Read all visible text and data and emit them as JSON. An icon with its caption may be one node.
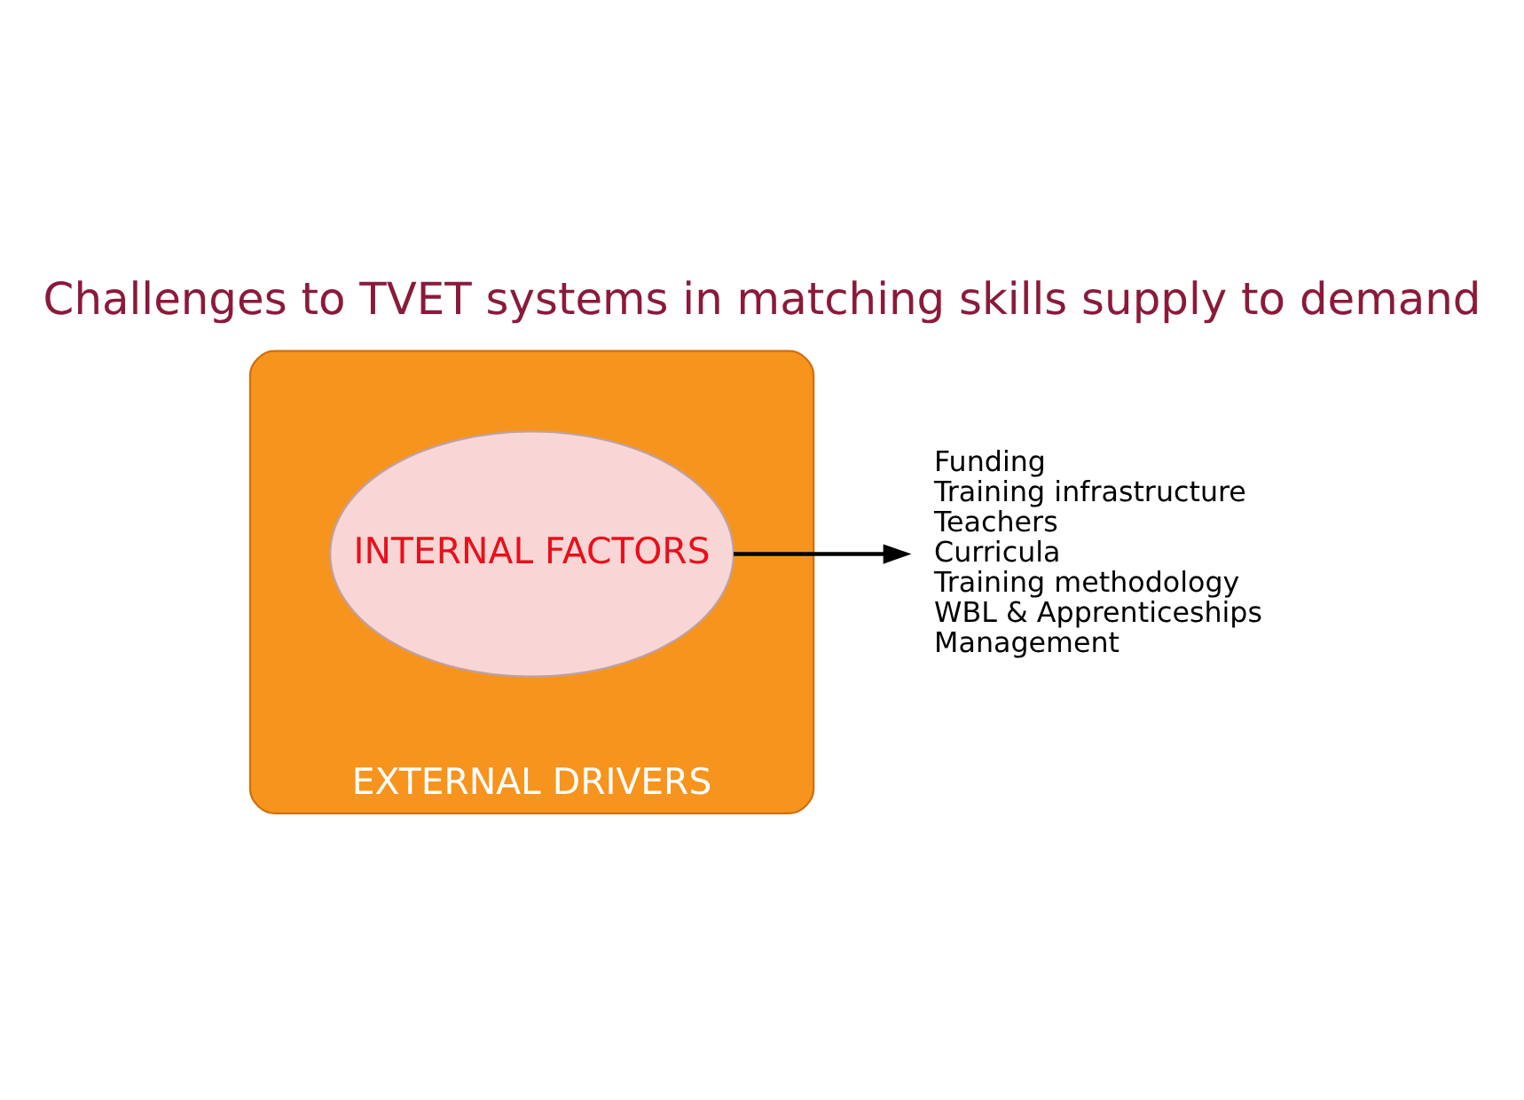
{
  "diagram": {
    "title": "Challenges to TVET systems in matching skills supply to demand",
    "nodes": [
      {
        "text": [
          "EXTERNAL DRIVERS"
        ]
      },
      {
        "text": [
          "INTERNAL FACTORS"
        ],
        "in": 0
      },
      {
        "text": [
          "Funding",
          "Training infrastructure",
          "Teachers",
          "Curricula",
          "Training methodology",
          "WBL & Apprenticeships",
          "Management"
        ]
      }
    ],
    "edges": [
      {
        "from": 1,
        "to": 2,
        "arrow": "to"
      }
    ]
  }
}
